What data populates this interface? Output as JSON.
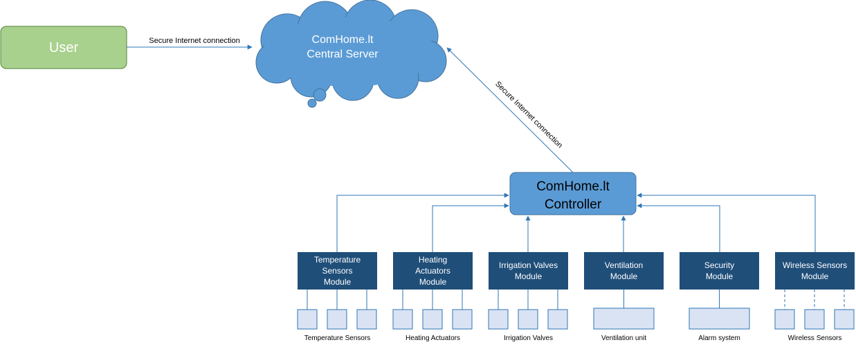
{
  "user": {
    "label": "User"
  },
  "server": {
    "line1": "ComHome.lt",
    "line2": "Central Server"
  },
  "controller": {
    "line1": "ComHome.lt",
    "line2": "Controller"
  },
  "connections": {
    "user_to_server": "Secure Internet connection",
    "controller_to_server": "Secure Internet connection"
  },
  "modules": [
    {
      "lines": [
        "Temperature",
        "Sensors",
        "Module"
      ],
      "devices_label": "Temperature Sensors"
    },
    {
      "lines": [
        "Heating",
        "Actuators",
        "Module"
      ],
      "devices_label": "Heating Actuators"
    },
    {
      "lines": [
        "Irrigation Valves",
        "Module"
      ],
      "devices_label": "Irrigation Valves"
    },
    {
      "lines": [
        "Ventilation",
        "Module"
      ],
      "devices_label": "Ventilation unit"
    },
    {
      "lines": [
        "Security",
        "Module"
      ],
      "devices_label": "Alarm system"
    },
    {
      "lines": [
        "Wireless Sensors",
        "Module"
      ],
      "devices_label": "Wireless Sensors"
    }
  ],
  "colors": {
    "user_fill": "#a9d18e",
    "user_stroke": "#548235",
    "cloud_fill": "#5b9bd5",
    "cloud_stroke": "#41719c",
    "module_fill": "#1f4e79",
    "device_fill": "#dae3f3",
    "device_stroke": "#2e75b6",
    "line": "#2e75b6"
  }
}
